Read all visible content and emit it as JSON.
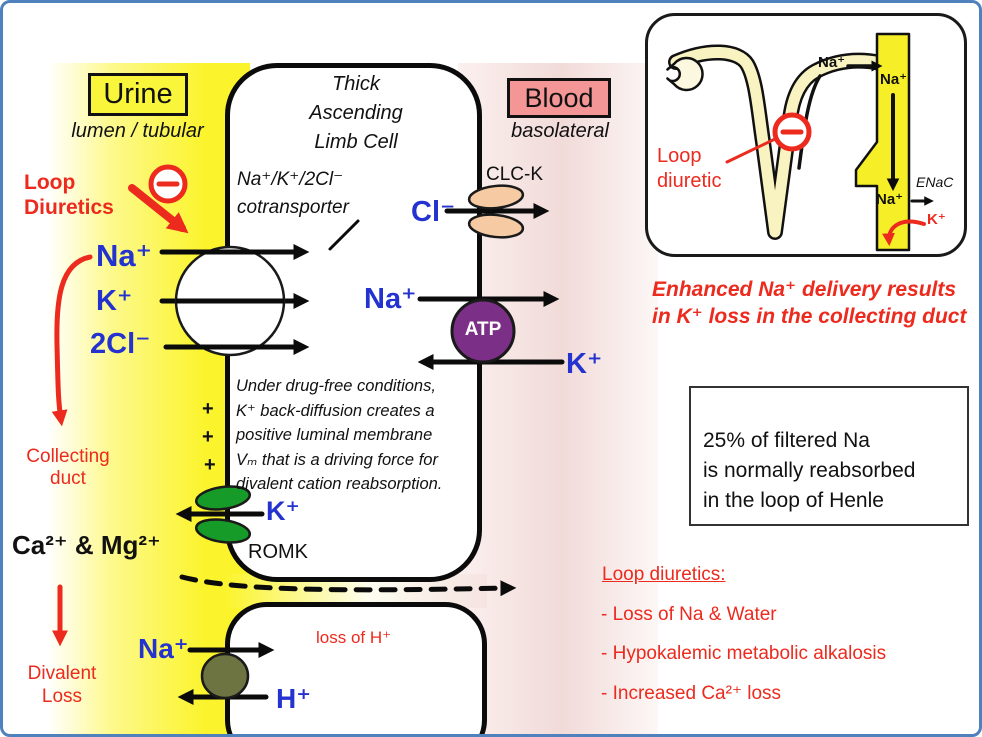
{
  "regions": {
    "urine": {
      "label": "Urine",
      "sublabel": "lumen / tubular"
    },
    "blood": {
      "label": "Blood",
      "sublabel": "basolateral"
    }
  },
  "lumen": {
    "loop_diuretics": "Loop\nDiuretics",
    "na_ion": "Na⁺",
    "k_ion": "K⁺",
    "cl2_ion": "2Cl⁻",
    "collecting_duct": "Collecting\nduct",
    "divalent_ions": "Ca²⁺ & Mg²⁺",
    "divalent_loss": "Divalent\nLoss",
    "plus_sign": "+"
  },
  "cell": {
    "title": "Thick\nAscending\nLimb Cell",
    "cotransporter_label": "Na⁺/K⁺/2Cl⁻\ncotransporter",
    "note": "Under drug-free conditions,\nK⁺ back-diffusion creates a\npositive luminal membrane\nVₘ that is a driving force for\ndivalent cation reabsorption.",
    "clck_label": "CLC-K",
    "cl_ion": "Cl⁻",
    "na_ion": "Na⁺",
    "atp_label": "ATP",
    "k_ion_blood": "K⁺",
    "k_ion_lumen": "K⁺",
    "romk_label": "ROMK"
  },
  "bottom_cell": {
    "loss_label": "loss of H⁺",
    "na_ion": "Na⁺",
    "h_ion": "H⁺"
  },
  "inset": {
    "na1": "Na⁺",
    "na2": "Na⁺",
    "na3": "Na⁺",
    "enac_label": "ENaC",
    "k_ion": "K⁺",
    "loop_diuretic": "Loop\ndiuretic",
    "caption": "Enhanced Na⁺ delivery results\nin K⁺ loss in the collecting duct"
  },
  "info_box": {
    "text": "25% of filtered Na\nis normally reabsorbed\nin the loop of Henle"
  },
  "effects": {
    "title": "Loop diuretics:",
    "items": [
      "- Loss of Na & Water",
      "- Hypokalemic metabolic alkalosis",
      "- Increased Ca²⁺ loss"
    ]
  },
  "colors": {
    "red": "#ec2a1e",
    "blue": "#2433cf",
    "urine_yellow": "#f9f53a",
    "blood_pink": "#f59696",
    "atp_purple": "#7c2f87",
    "romk_green": "#169a28",
    "exchanger_olive": "#6d7442",
    "clck_peach": "#f6cba4",
    "frame_blue": "#4f81bd"
  }
}
